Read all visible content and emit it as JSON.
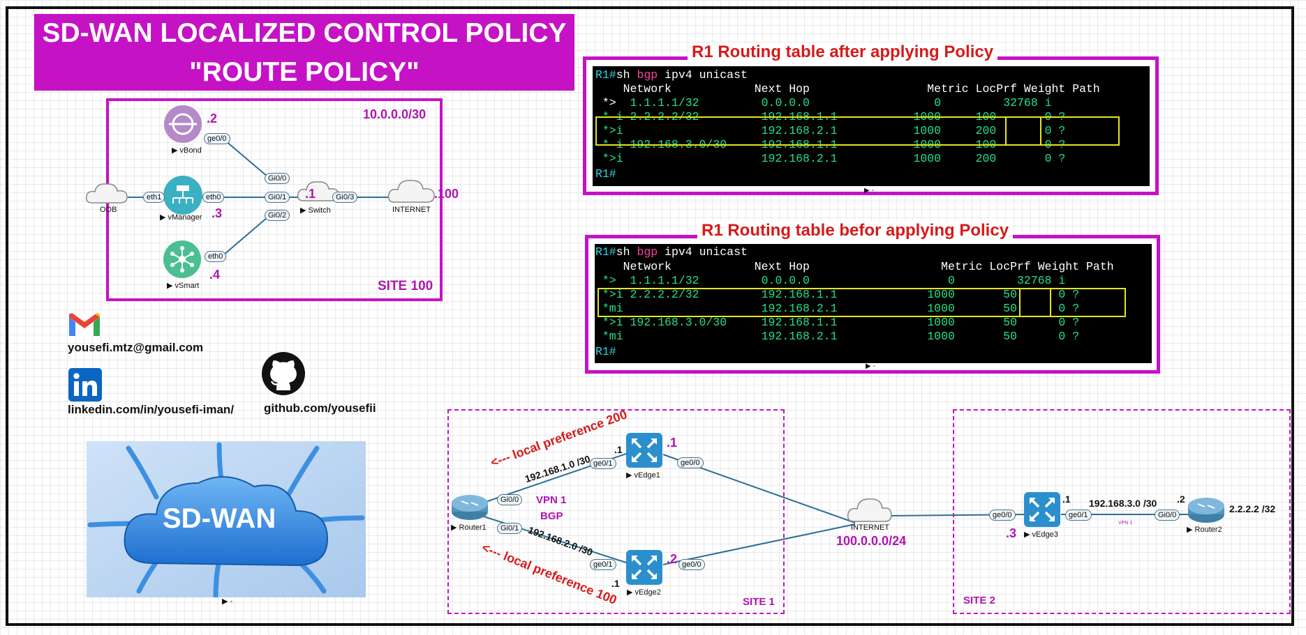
{
  "title": {
    "line1": "SD-WAN LOCALIZED CONTROL POLICY",
    "line2": "\"ROUTE POLICY\""
  },
  "site100": {
    "subnet": "10.0.0.0/30",
    "label": "SITE 100",
    "devices": {
      "vbond": "vBond",
      "vmanager": "vManager",
      "vsmart": "vSmart",
      "switch": "Switch",
      "internet": "INTERNET",
      "oob": "OOB"
    },
    "host_ids": {
      "vbond": ".2",
      "vmanager": ".3",
      "vsmart": ".4",
      "switch": ".1",
      "internet": ".100"
    },
    "ifaces": {
      "vbond": "ge0/0",
      "vmanager_a": "eth1",
      "vmanager_b": "eth0",
      "vsmart": "eth0",
      "sw0": "Gi0/0",
      "sw1": "Gi0/1",
      "sw2": "Gi0/2",
      "sw3": "Gi0/3"
    }
  },
  "after_policy": {
    "title": "R1 Routing table after applying Policy",
    "prompt": "R1#",
    "cmd_sh": "sh ",
    "cmd_bgp": "bgp",
    "cmd_rest": " ipv4 unicast",
    "header": "    Network            Next Hop                 Metric LocPrf Weight Path",
    "rows": [
      {
        "status": " *>",
        "text": "  1.1.1.1/32         0.0.0.0                  0         32768 i"
      },
      {
        "status": " * i",
        "text": " 2.2.2.2/32         192.168.1.1           1000     100       0 ?"
      },
      {
        "status": " *>i",
        "text": "                    192.168.2.1           1000     200       0 ?"
      },
      {
        "status": " * i",
        "text": " 192.168.3.0/30     192.168.1.1           1000     100       0 ?"
      },
      {
        "status": " *>i",
        "text": "                    192.168.2.1           1000     200       0 ?"
      }
    ],
    "footer": "▶ -"
  },
  "before_policy": {
    "title": "R1 Routing table befor applying Policy",
    "prompt": "R1#",
    "cmd_sh": "sh ",
    "cmd_bgp": "bgp",
    "cmd_rest": " ipv4 unicast",
    "header": "    Network            Next Hop                   Metric LocPrf Weight Path",
    "rows": [
      {
        "status": " *>",
        "text": "  1.1.1.1/32         0.0.0.0                    0         32768 i"
      },
      {
        "status": " *>i",
        "text": " 2.2.2.2/32         192.168.1.1             1000       50      0 ?"
      },
      {
        "status": " *mi",
        "text": "                    192.168.2.1             1000       50      0 ?"
      },
      {
        "status": " *>i",
        "text": " 192.168.3.0/30     192.168.1.1             1000       50      0 ?"
      },
      {
        "status": " *mi",
        "text": "                    192.168.2.1             1000       50      0 ?"
      }
    ],
    "footer": "▶ -"
  },
  "contacts": {
    "email": "yousefi.mtz@gmail.com",
    "linkedin": "linkedin.com/in/yousefi-iman/",
    "github": "github.com/yousefii"
  },
  "sdwan_image": {
    "cloud_text": "SD-WAN",
    "caption": "▶ -"
  },
  "site1": {
    "label": "SITE 1",
    "vpn": "VPN 1",
    "proto": "BGP",
    "lp200": "<--- local preference 200",
    "lp100": "<--- local preference 100",
    "net1": "192.168.1.0 /30",
    "net2": "192.168.2.0 /30",
    "devices": {
      "router1": "Router1",
      "vedge1": "vEdge1",
      "vedge2": "vEdge2"
    },
    "host_ids": {
      "r1a": ".1",
      "r1b": ".1",
      "vedge1": ".1",
      "vedge2": ".2"
    },
    "ifaces": {
      "r1_gi00": "Gi0/0",
      "r1_gi01": "Gi0/1",
      "ve1_ge01": "ge0/1",
      "ve1_ge00": "ge0/0",
      "ve2_ge01": "ge0/1",
      "ve2_ge00": "ge0/0"
    }
  },
  "internet": {
    "label": "INTERNET",
    "subnet": "100.0.0.0/24"
  },
  "site2": {
    "label": "SITE 2",
    "net": "192.168.3.0 /30",
    "vpn_small": "VPN 1",
    "loopback": "2.2.2.2 /32",
    "devices": {
      "vedge3": "vEdge3",
      "router2": "Router2"
    },
    "host_ids": {
      "ve3_a": ".1",
      "r2": ".2",
      "ve3_b": ".3"
    },
    "ifaces": {
      "ve3_ge00": "ge0/0",
      "ve3_ge01": "ge0/1",
      "r2_gi00": "Gi0/0"
    }
  },
  "colors": {
    "magenta": "#c512c5",
    "red": "#d61a1a",
    "terminal_green": "#22e08a",
    "highlight_yellow": "#e8e51c"
  }
}
